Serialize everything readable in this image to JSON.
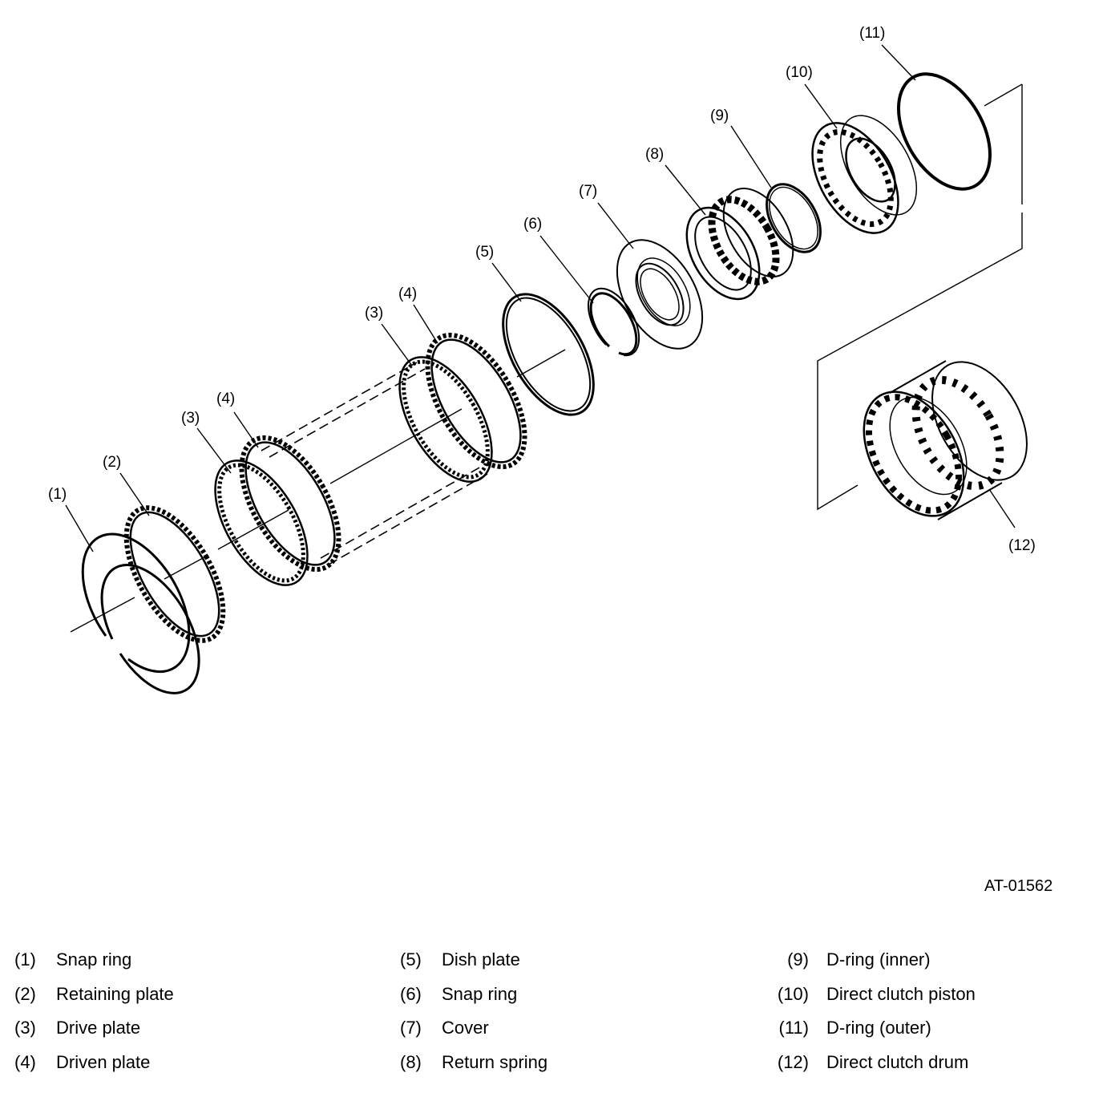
{
  "figure": {
    "id": "AT-01562",
    "callouts": [
      "(1)",
      "(2)",
      "(3)",
      "(4)",
      "(3)",
      "(4)",
      "(5)",
      "(6)",
      "(7)",
      "(8)",
      "(9)",
      "(10)",
      "(11)",
      "(12)"
    ]
  },
  "legend": {
    "columns": [
      [
        {
          "num": "(1)",
          "label": "Snap ring"
        },
        {
          "num": "(2)",
          "label": "Retaining plate"
        },
        {
          "num": "(3)",
          "label": "Drive plate"
        },
        {
          "num": "(4)",
          "label": "Driven plate"
        }
      ],
      [
        {
          "num": "(5)",
          "label": "Dish plate"
        },
        {
          "num": "(6)",
          "label": "Snap ring"
        },
        {
          "num": "(7)",
          "label": "Cover"
        },
        {
          "num": "(8)",
          "label": "Return spring"
        }
      ],
      [
        {
          "num": "(9)",
          "label": "D-ring (inner)"
        },
        {
          "num": "(10)",
          "label": "Direct clutch piston"
        },
        {
          "num": "(11)",
          "label": "D-ring (outer)"
        },
        {
          "num": "(12)",
          "label": "Direct clutch drum"
        }
      ]
    ]
  }
}
